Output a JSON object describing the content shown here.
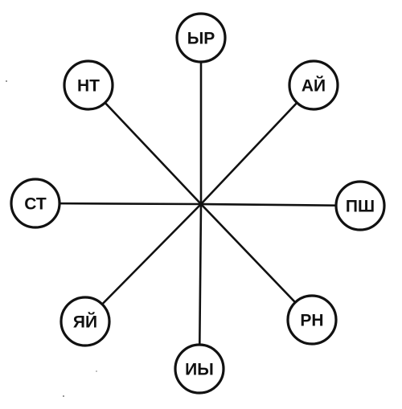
{
  "diagram": {
    "hub_label": "",
    "nodes": [
      {
        "id": "top",
        "label": "ЫР"
      },
      {
        "id": "top-right",
        "label": "АЙ"
      },
      {
        "id": "right",
        "label": "ПШ"
      },
      {
        "id": "bottom-right",
        "label": "РН"
      },
      {
        "id": "bottom",
        "label": "ИЫ"
      },
      {
        "id": "bottom-left",
        "label": "ЯЙ"
      },
      {
        "id": "left",
        "label": "СТ"
      },
      {
        "id": "top-left",
        "label": "НТ"
      }
    ]
  },
  "colors": {
    "line": "#111111",
    "background": "#ffffff"
  }
}
